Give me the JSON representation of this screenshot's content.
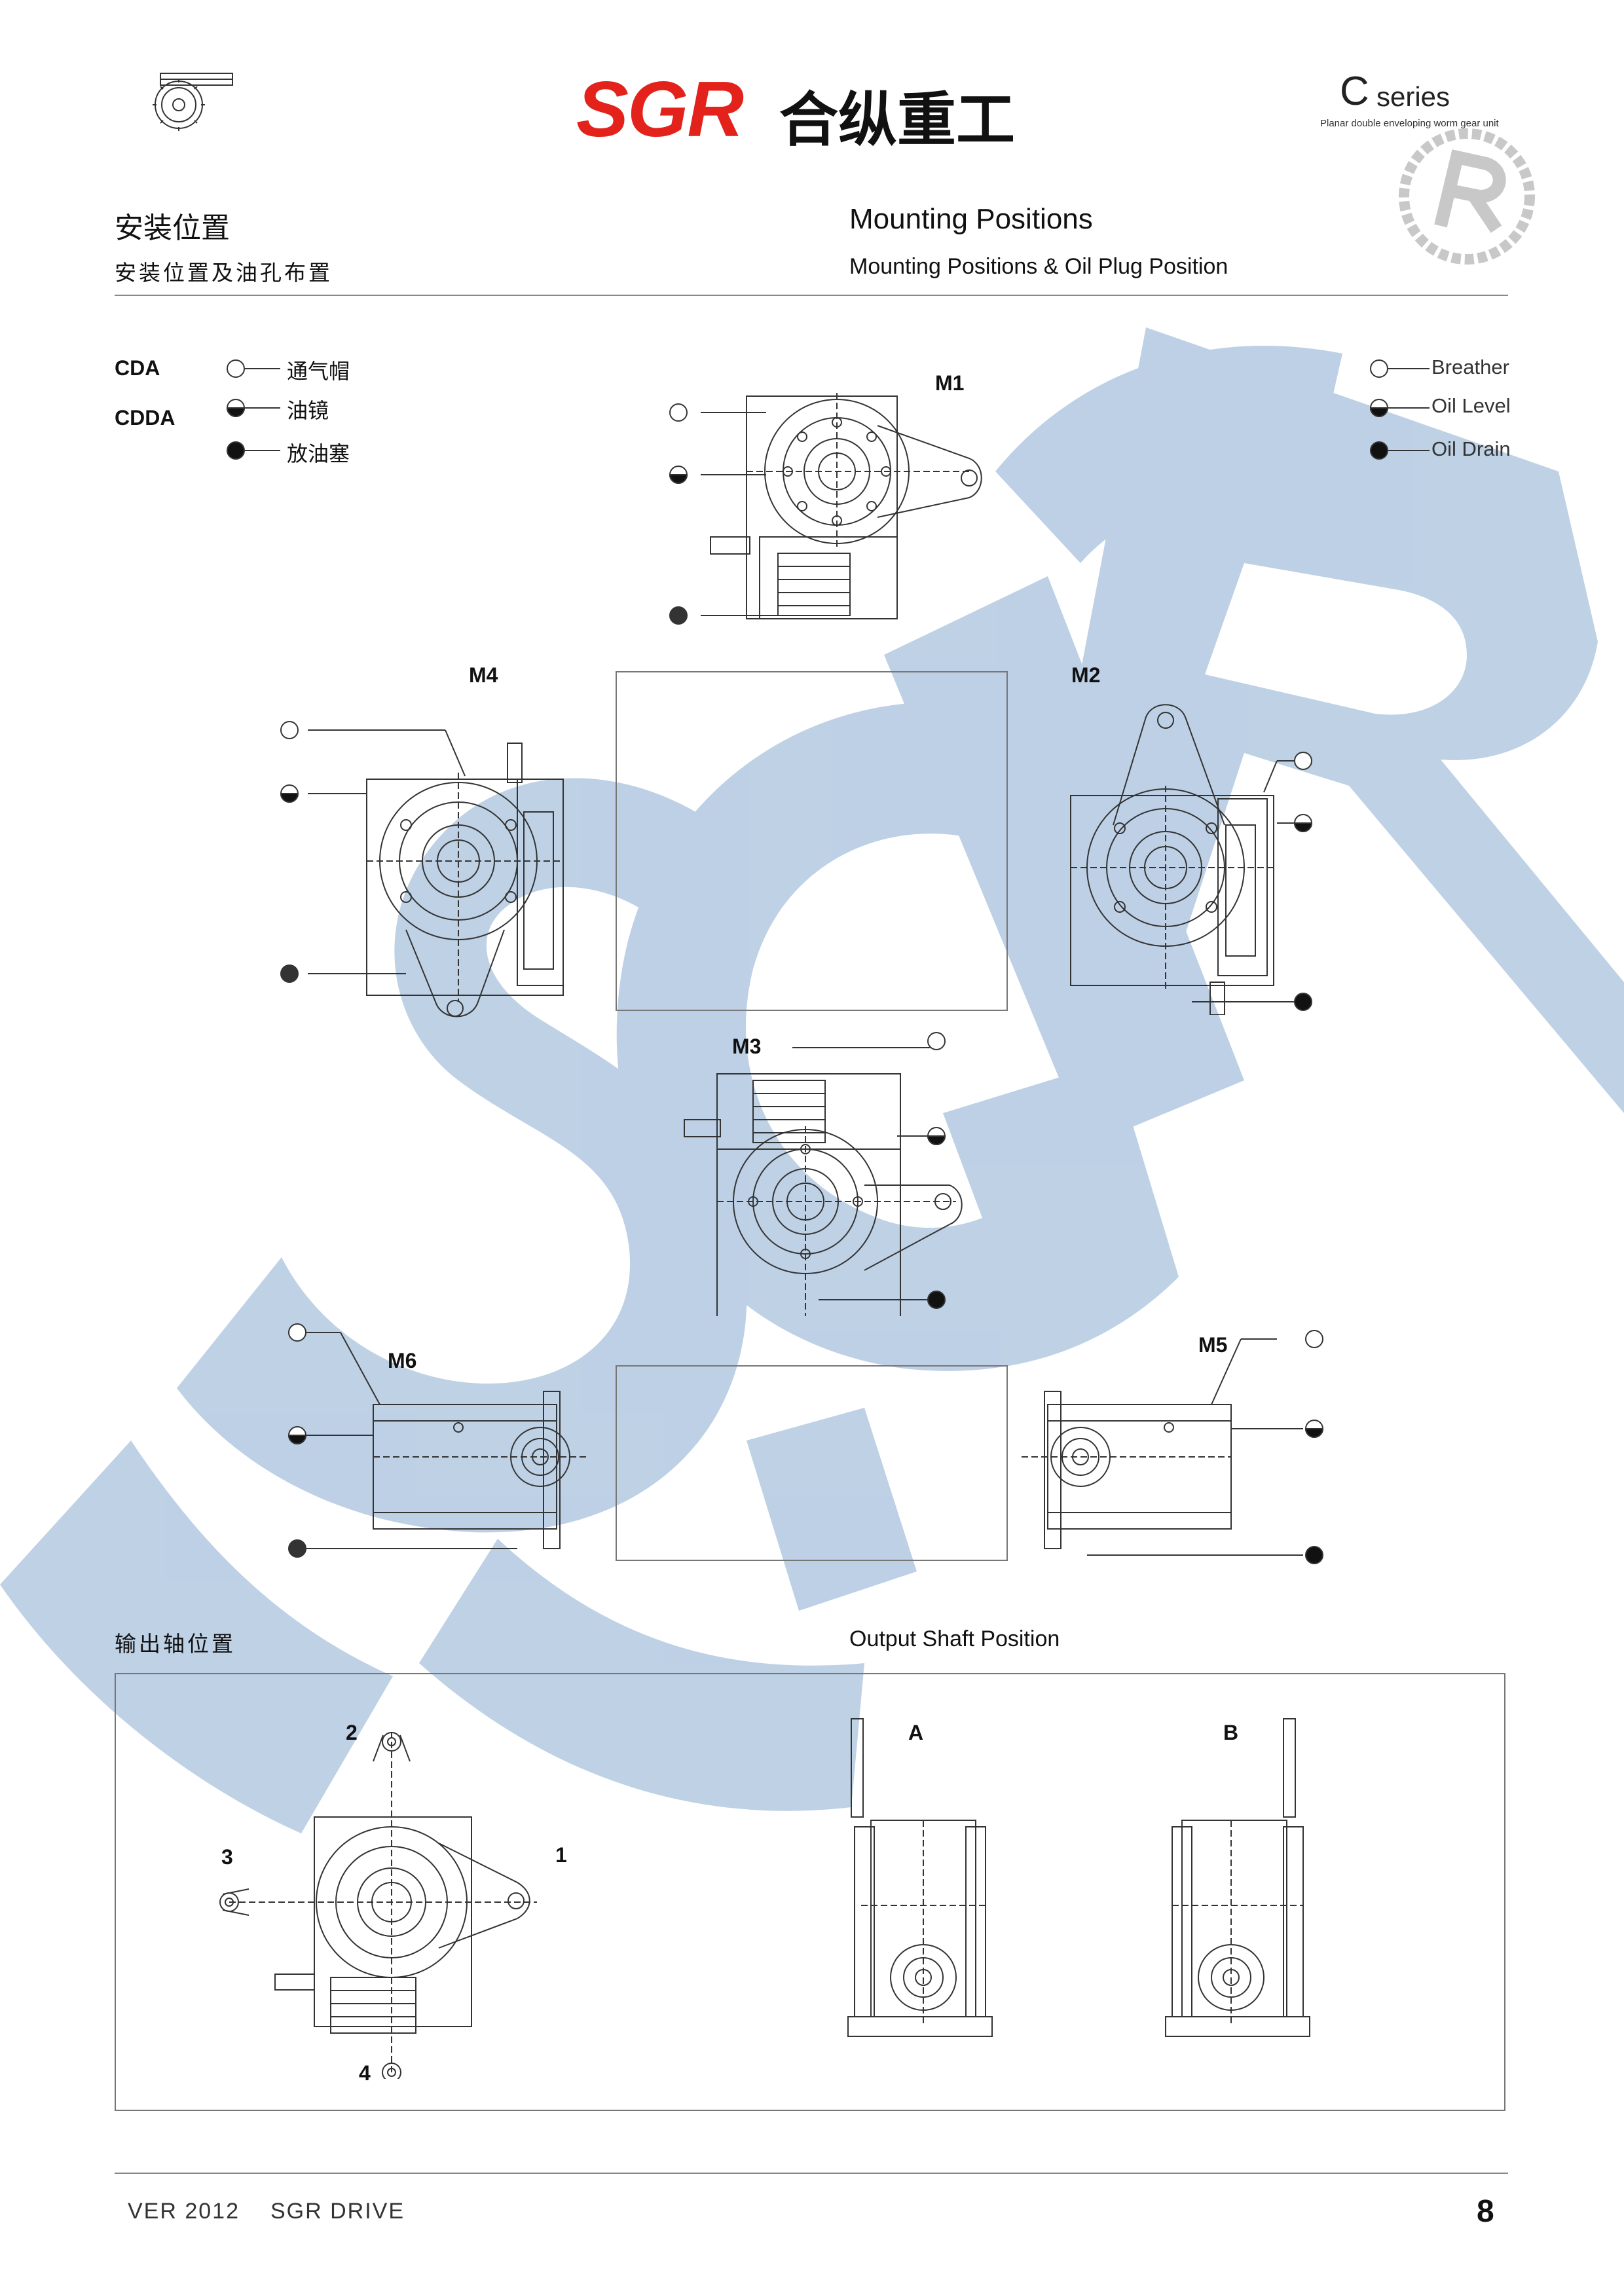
{
  "header": {
    "logo_brand": "SGR",
    "logo_chinese": "合纵重工",
    "series_letter": "C",
    "series_word": "series",
    "series_subtitle": "Planar double enveloping worm gear unit"
  },
  "section_mounting": {
    "title_cn": "安装位置",
    "subtitle_cn": "安装位置及油孔布置",
    "title_en": "Mounting Positions",
    "subtitle_en": "Mounting Positions & Oil Plug Position"
  },
  "models": [
    "CDA",
    "CDDA"
  ],
  "legend_cn": [
    {
      "symbol": "empty-circle",
      "label": "通气帽"
    },
    {
      "symbol": "half-circle",
      "label": "油镜"
    },
    {
      "symbol": "filled-circle",
      "label": "放油塞"
    }
  ],
  "legend_en": [
    {
      "symbol": "empty-circle",
      "label": "Breather"
    },
    {
      "symbol": "half-circle",
      "label": "Oil Level"
    },
    {
      "symbol": "filled-circle",
      "label": "Oil Drain"
    }
  ],
  "positions": [
    "M1",
    "M2",
    "M3",
    "M4",
    "M5",
    "M6"
  ],
  "section_output": {
    "title_cn": "输出轴位置",
    "title_en": "Output Shaft Position",
    "shaft_numbers": [
      "1",
      "2",
      "3",
      "4"
    ],
    "views": [
      "A",
      "B"
    ]
  },
  "footer": {
    "version": "VER 2012",
    "company": "SGR DRIVE",
    "page": "8"
  },
  "colors": {
    "brand_red": "#e3221b",
    "watermark_blue": "#b9cde3"
  }
}
